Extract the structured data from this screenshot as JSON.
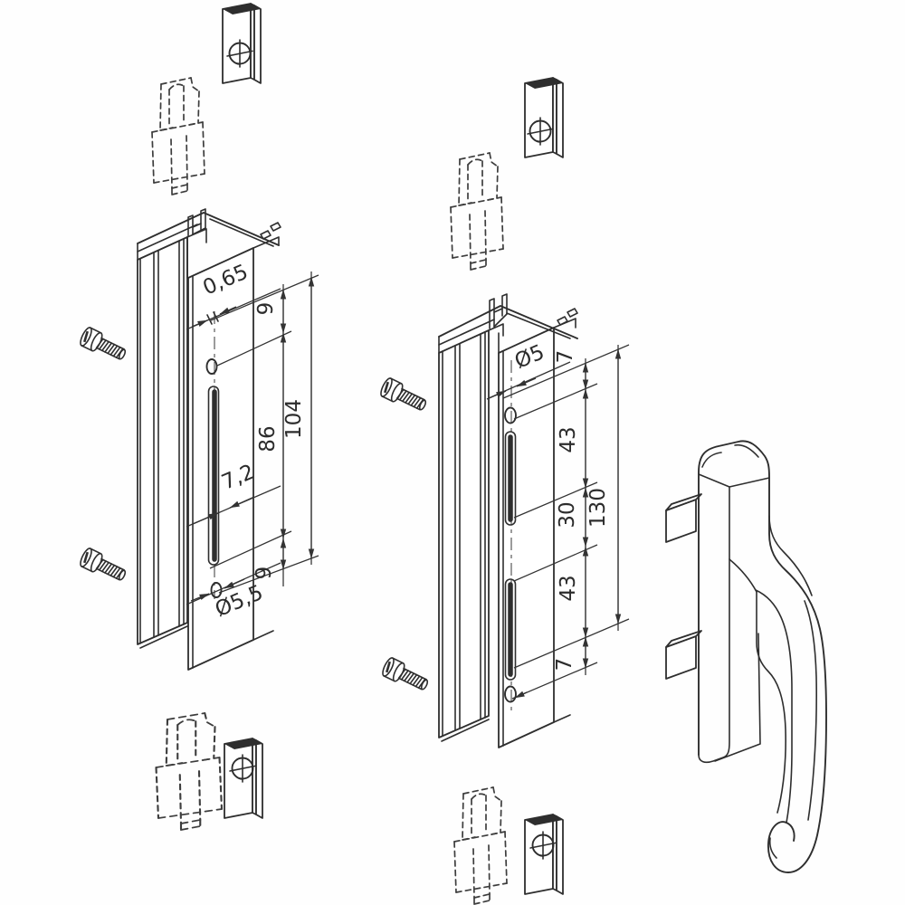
{
  "diagram": {
    "left_unit": {
      "labels": {
        "slot_width_top": "0,65",
        "offset_top": "9",
        "slot_length": "86",
        "overall": "104",
        "slot_width_mid": "7,2",
        "offset_bottom": "9",
        "hole_diameter": "Ø5,5"
      }
    },
    "right_unit": {
      "labels": {
        "hole_diameter": "Ø5",
        "offset_top": "7",
        "upper_span": "43",
        "middle_span": "30",
        "overall": "130",
        "lower_span": "43",
        "offset_bottom": "7"
      }
    }
  }
}
